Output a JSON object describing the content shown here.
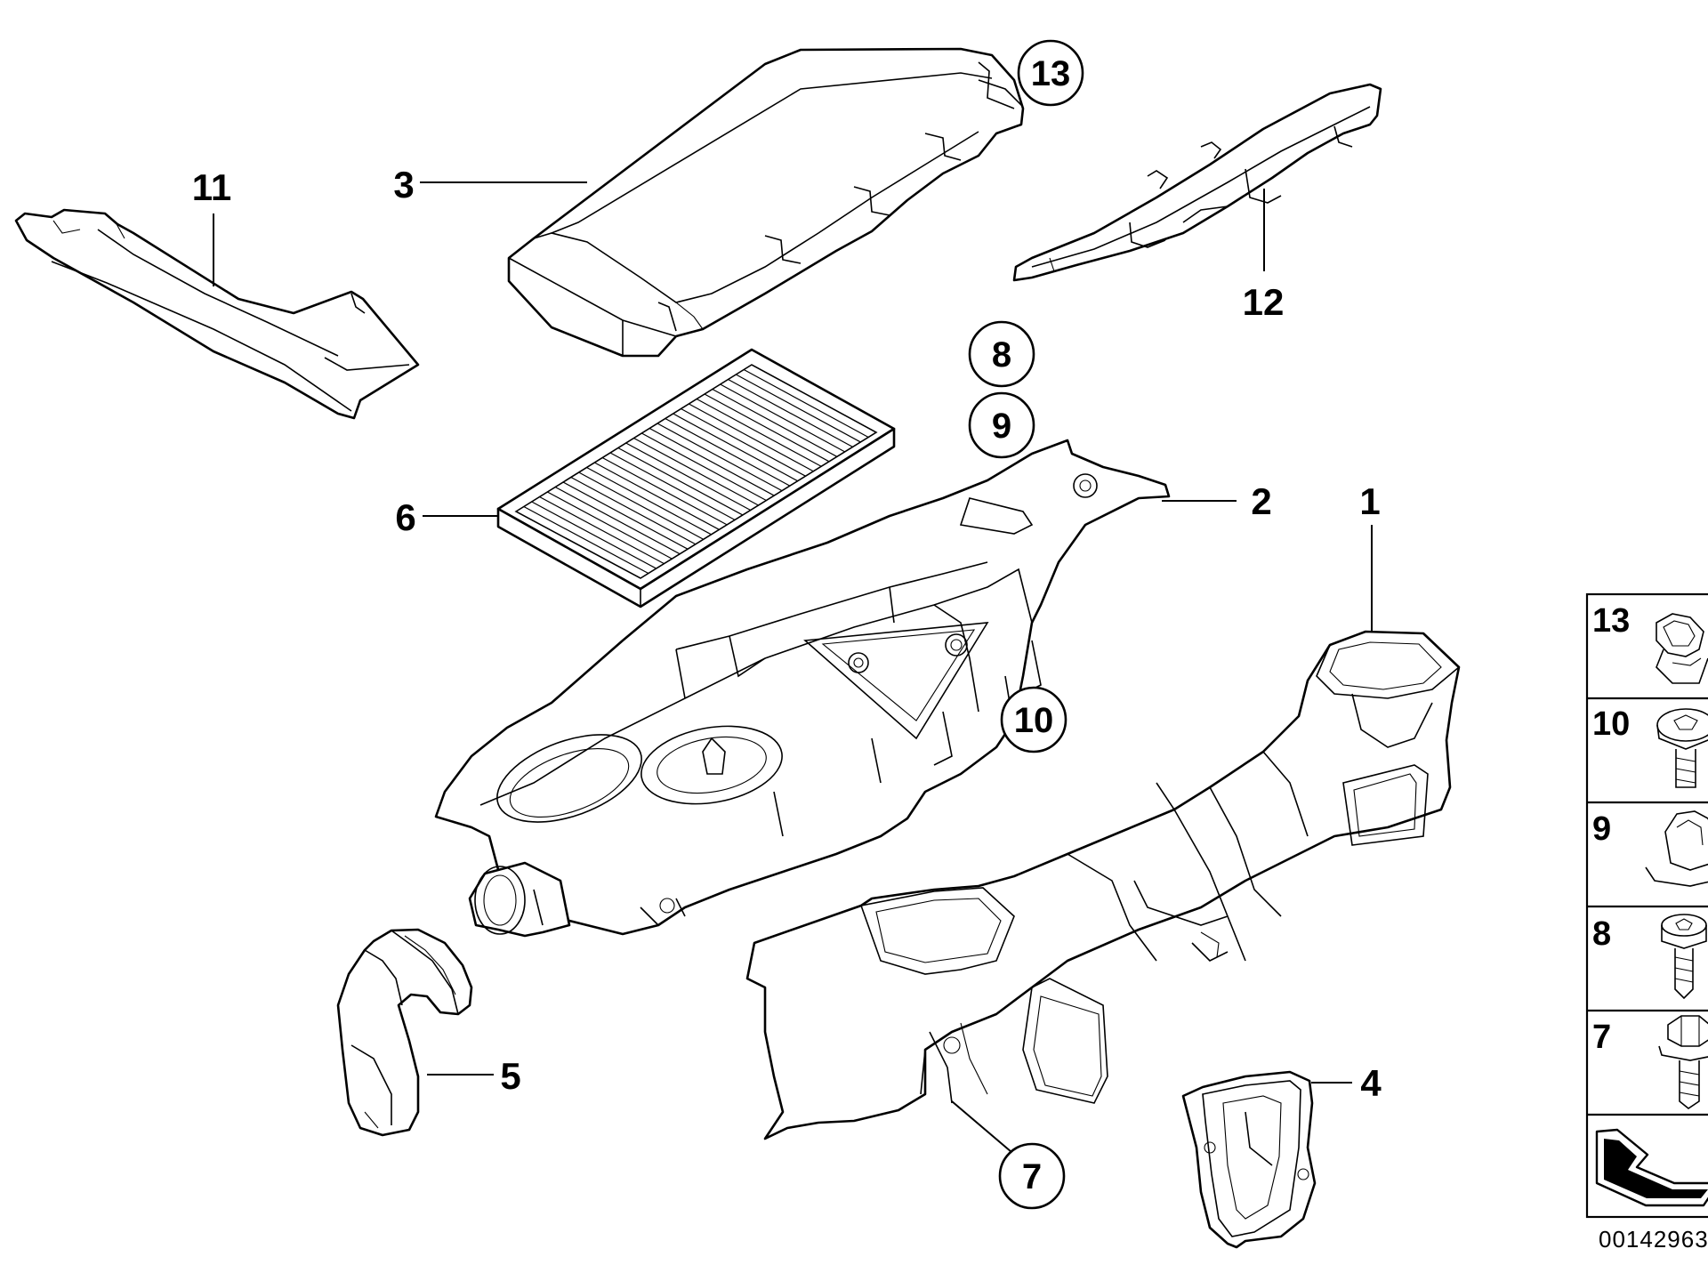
{
  "labels": {
    "p1": "1",
    "p2": "2",
    "p3": "3",
    "p4": "4",
    "p5": "5",
    "p6": "6",
    "p7": "7",
    "p8": "8",
    "p9": "9",
    "p10": "10",
    "p11": "11",
    "p12": "12",
    "p13": "13"
  },
  "legend": {
    "items": [
      {
        "number": "13",
        "icon": "clip-nut-icon"
      },
      {
        "number": "10",
        "icon": "torx-screw-icon"
      },
      {
        "number": "9",
        "icon": "expanding-rivet-icon"
      },
      {
        "number": "8",
        "icon": "torx-bolt-icon"
      },
      {
        "number": "7",
        "icon": "hex-bolt-icon"
      }
    ],
    "direction_icon": "arrow-icon"
  },
  "diagram_code": "00142963"
}
